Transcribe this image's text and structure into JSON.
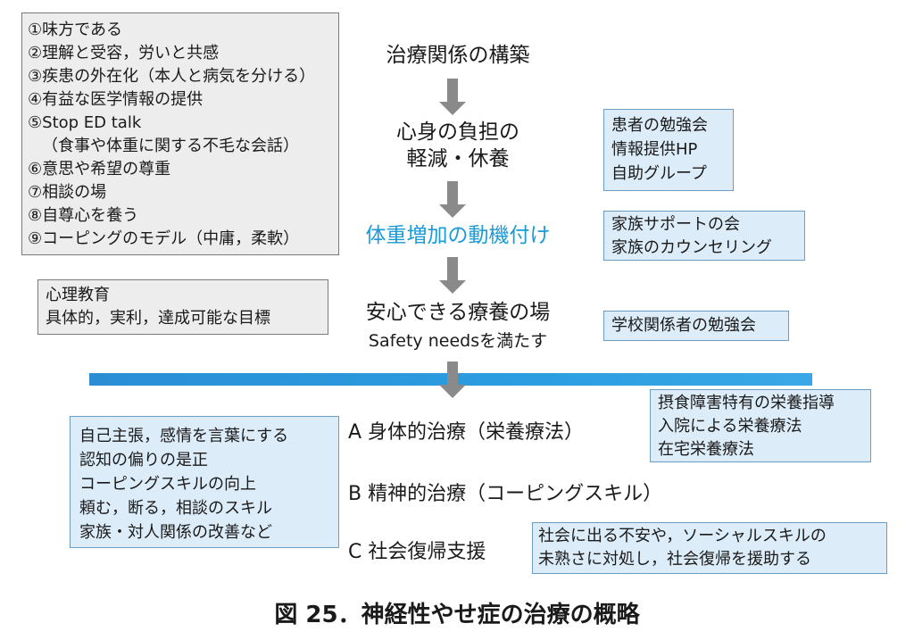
{
  "principles_box": {
    "lines": [
      "①味方である",
      "②理解と受容，労いと共感",
      "③疾患の外在化（本人と病気を分ける）",
      "④有益な医学情報の提供",
      "⑤Stop ED talk",
      "（食事や体重に関する不毛な会話）",
      "⑥意思や希望の尊重",
      "⑦相談の場",
      "⑧自尊心を養う",
      "⑨コーピングのモデル（中庸，柔軟）"
    ]
  },
  "flow": {
    "step1": "治療関係の構築",
    "step2_line1": "心身の負担の",
    "step2_line2": "軽減・休養",
    "step3": "体重増加の動機付け",
    "step4_line1": "安心できる療養の場",
    "step4_line2": "Safety needsを満たす"
  },
  "psychoeducation_box": {
    "line1": "心理教育",
    "line2": "具体的，実利，達成可能な目標"
  },
  "support_box1": {
    "lines": [
      "患者の勉強会",
      "情報提供HP",
      "自助グループ"
    ]
  },
  "support_box2": {
    "lines": [
      "家族サポートの会",
      "家族のカウンセリング"
    ]
  },
  "support_box3": {
    "lines": [
      "学校関係者の勉強会"
    ]
  },
  "treatments": {
    "a": "A 身体的治療（栄養療法）",
    "b": "B 精神的治療（コーピングスキル）",
    "c": "C 社会復帰支援"
  },
  "nutrition_box": {
    "lines": [
      "摂食障害特有の栄養指導",
      "入院による栄養療法",
      "在宅栄養療法"
    ]
  },
  "skills_box": {
    "lines": [
      "自己主張，感情を言葉にする",
      "認知の偏りの是正",
      "コーピングスキルの向上",
      "頼む，断る，相談のスキル",
      "家族・対人関係の改善など"
    ]
  },
  "social_box": {
    "lines": [
      "社会に出る不安や，ソーシャルスキルの",
      "未熟さに対処し，社会復帰を援助する"
    ]
  },
  "caption": "図 25．神経性やせ症の治療の概略",
  "colors": {
    "accent_text": "#1a9ad6",
    "blue_box": "#dcecf8",
    "gray_box": "#ededed",
    "divider_bar": "#2b9de0",
    "arrow": "#8a8a8a"
  }
}
